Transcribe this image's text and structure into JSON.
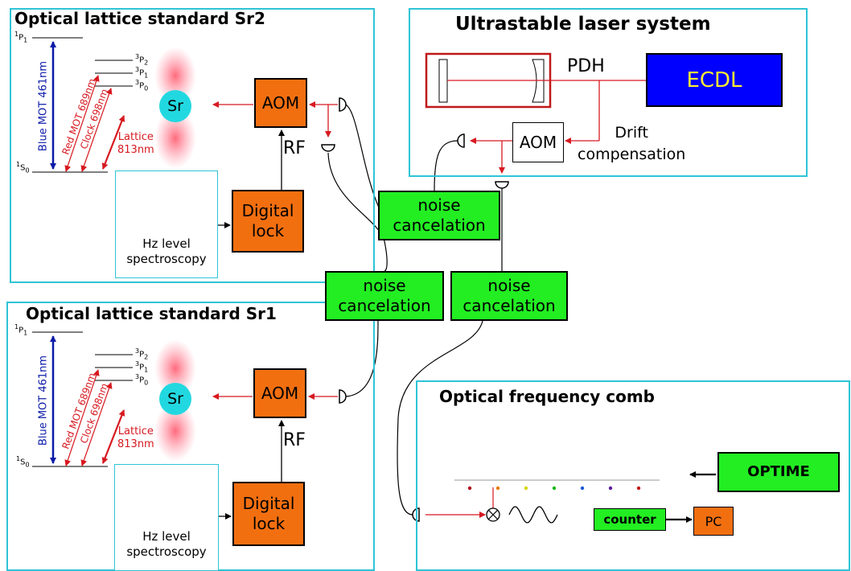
{
  "colors": {
    "panel_border": "#2ec4d6",
    "laser": "#d71920",
    "aom": "#f26f10",
    "noise": "#22ee22",
    "ecdl": "#0000ff",
    "ecdl_text": "#ffee33",
    "blue_mot": "#0a1aa8"
  },
  "sr2": {
    "title": "Optical lattice standard Sr2",
    "levels": {
      "p1": "P",
      "p1_sup": "1",
      "p1_sub": "1",
      "p2": "P",
      "p2_sup": "3",
      "p2_sub": "2",
      "p1b": "P",
      "p1b_sup": "3",
      "p1b_sub": "1",
      "p0": "P",
      "p0_sup": "3",
      "p0_sub": "0",
      "s0": "S",
      "s0_sup": "1",
      "s0_sub": "0"
    },
    "blue_mot": "Blue MOT 461nm",
    "red_mot": "Red MOT 689nm",
    "clock": "Clock 698nm",
    "lattice_1": "Lattice",
    "lattice_2": "813nm",
    "atom": "Sr",
    "aom": "AOM",
    "rf": "RF",
    "lock_1": "Digital",
    "lock_2": "lock",
    "spec_1": "Hz level",
    "spec_2": "spectroscopy"
  },
  "sr1": {
    "title": "Optical lattice standard Sr1",
    "levels": {
      "p1": "P",
      "p1_sup": "1",
      "p1_sub": "1",
      "p2": "P",
      "p2_sup": "3",
      "p2_sub": "2",
      "p1b": "P",
      "p1b_sup": "3",
      "p1b_sub": "1",
      "p0": "P",
      "p0_sup": "3",
      "p0_sub": "0",
      "s0": "S",
      "s0_sup": "1",
      "s0_sub": "0"
    },
    "blue_mot": "Blue MOT 461nm",
    "red_mot": "Red MOT 689nm",
    "clock": "Clock 698nm",
    "lattice_1": "Lattice",
    "lattice_2": "813nm",
    "atom": "Sr",
    "aom": "AOM",
    "rf": "RF",
    "lock_1": "Digital",
    "lock_2": "lock",
    "spec_1": "Hz level",
    "spec_2": "spectroscopy"
  },
  "laser_system": {
    "title": "Ultrastable laser system",
    "pdh": "PDH",
    "ecdl": "ECDL",
    "aom": "AOM",
    "drift_1": "Drift",
    "drift_2": "compensation"
  },
  "noise_boxes": [
    {
      "line1": "noise",
      "line2": "cancelation"
    },
    {
      "line1": "noise",
      "line2": "cancelation"
    },
    {
      "line1": "noise",
      "line2": "cancelation"
    }
  ],
  "comb": {
    "title": "Optical frequency comb",
    "optime": "OPTIME",
    "counter": "counter",
    "pc": "PC"
  }
}
